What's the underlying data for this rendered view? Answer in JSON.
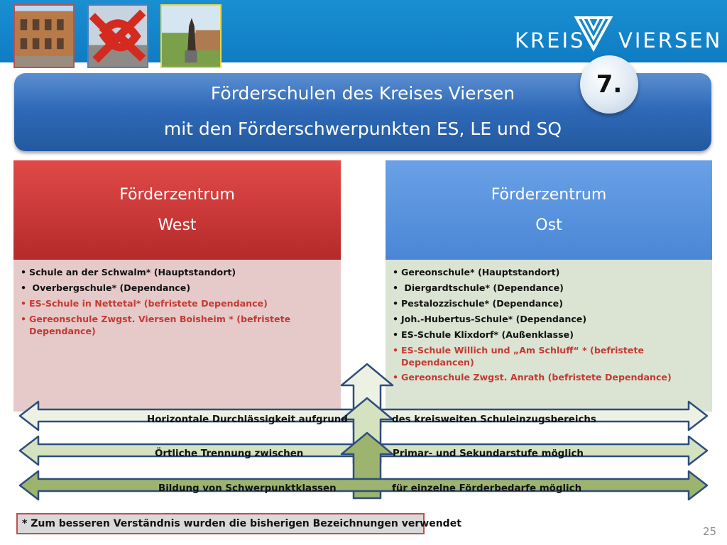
{
  "header": {
    "logo_left": "KREIS",
    "logo_right": "VIERSEN",
    "colors": {
      "bar": "#1488cf",
      "logo_mark": "#ffffff"
    },
    "photos": [
      {
        "icon": "brick-building-photo",
        "border": "#c0504d"
      },
      {
        "icon": "red-sculpture-photo",
        "border": "#4f81bd"
      },
      {
        "icon": "bronze-statue-photo",
        "border": "#e8d84a"
      }
    ]
  },
  "slide": {
    "number_badge": "7.",
    "title_line1": "Förderschulen des Kreises Viersen",
    "title_line2": "mit den Förderschwerpunkten ES, LE und SQ",
    "page_number": "25"
  },
  "west": {
    "heading_line1": "Förderzentrum",
    "heading_line2": "West",
    "color": "#c93634",
    "items": [
      {
        "text": "Schule an der Schwalm* (Hauptstandort)",
        "highlight": false
      },
      {
        "text": " Overbergschule* (Dependance)",
        "highlight": false
      },
      {
        "text": "ES-Schule in Nettetal* (befristete Dependance)",
        "highlight": true
      },
      {
        "text": "Gereonschule Zwgst. Viersen Boisheim * (befristete Dependance)",
        "highlight": true
      }
    ]
  },
  "east": {
    "heading_line1": "Förderzentrum",
    "heading_line2": "Ost",
    "color": "#5b93de",
    "items": [
      {
        "text": "Gereonschule* (Hauptstandort)",
        "highlight": false
      },
      {
        "text": " Diergardtschule* (Dependance)",
        "highlight": false
      },
      {
        "text": "Pestalozzischule* (Dependance)",
        "highlight": false
      },
      {
        "text": "Joh.-Hubertus-Schule* (Dependance)",
        "highlight": false
      },
      {
        "text": "ES-Schule Klixdorf* (Außenklasse)",
        "highlight": false
      },
      {
        "text": "ES-Schule Willich und „Am Schluff“ * (befristete Dependancen)",
        "highlight": true
      },
      {
        "text": "Gereonschule Zwgst. Anrath (befristete Dependance)",
        "highlight": true
      }
    ]
  },
  "bands": [
    {
      "left": "Horizontale Durchlässigkeit aufgrund",
      "right": "des kreisweiten Schuleinzugsbereichs",
      "fill": "#edf1e4"
    },
    {
      "left": "Örtliche Trennung zwischen",
      "right": "Primar- und Sekundarstufe möglich",
      "fill": "#d4e2bf"
    },
    {
      "left": "Bildung von Schwerpunktklassen",
      "right": "für einzelne Förderbedarfe möglich",
      "fill": "#9cb46e"
    }
  ],
  "footnote": "* Zum besseren Verständnis wurden die bisherigen Bezeichnungen verwendet"
}
